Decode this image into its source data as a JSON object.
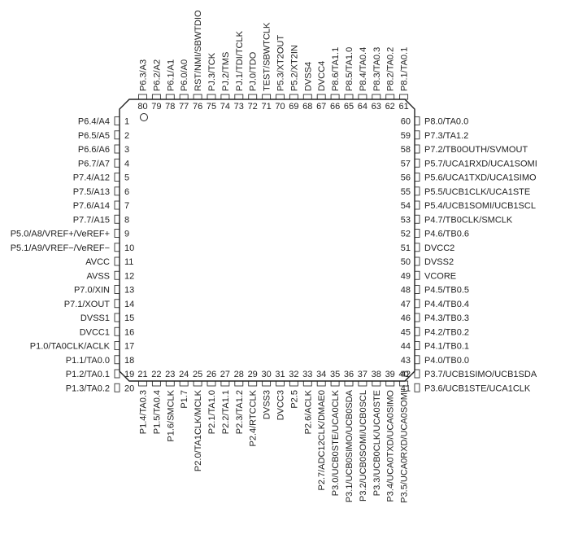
{
  "package": {
    "left_pins": [
      {
        "num": "1",
        "name": "P6.4/A4"
      },
      {
        "num": "2",
        "name": "P6.5/A5"
      },
      {
        "num": "3",
        "name": "P6.6/A6"
      },
      {
        "num": "4",
        "name": "P6.7/A7"
      },
      {
        "num": "5",
        "name": "P7.4/A12"
      },
      {
        "num": "6",
        "name": "P7.5/A13"
      },
      {
        "num": "7",
        "name": "P7.6/A14"
      },
      {
        "num": "8",
        "name": "P7.7/A15"
      },
      {
        "num": "9",
        "name": "P5.0/A8/VREF+/VeREF+"
      },
      {
        "num": "10",
        "name": "P5.1/A9/VREF−/VeREF−"
      },
      {
        "num": "11",
        "name": "AVCC"
      },
      {
        "num": "12",
        "name": "AVSS"
      },
      {
        "num": "13",
        "name": "P7.0/XIN"
      },
      {
        "num": "14",
        "name": "P7.1/XOUT"
      },
      {
        "num": "15",
        "name": "DVSS1"
      },
      {
        "num": "16",
        "name": "DVCC1"
      },
      {
        "num": "17",
        "name": "P1.0/TA0CLK/ACLK"
      },
      {
        "num": "18",
        "name": "P1.1/TA0.0"
      },
      {
        "num": "19",
        "name": "P1.2/TA0.1"
      },
      {
        "num": "20",
        "name": "P1.3/TA0.2"
      }
    ],
    "bottom_pins": [
      {
        "num": "21",
        "name": "P1.4/TA0.3"
      },
      {
        "num": "22",
        "name": "P1.5/TA0.4"
      },
      {
        "num": "23",
        "name": "P1.6/SMCLK"
      },
      {
        "num": "24",
        "name": "P1.7"
      },
      {
        "num": "25",
        "name": "P2.0/TA1CLK/MCLK"
      },
      {
        "num": "26",
        "name": "P2.1/TA1.0"
      },
      {
        "num": "27",
        "name": "P2.2/TA1.1"
      },
      {
        "num": "28",
        "name": "P2.3/TA1.2"
      },
      {
        "num": "29",
        "name": "P2.4/RTCCLK"
      },
      {
        "num": "30",
        "name": "DVSS3"
      },
      {
        "num": "31",
        "name": "DVCC3"
      },
      {
        "num": "32",
        "name": "P2.5"
      },
      {
        "num": "33",
        "name": "P2.6/ACLK"
      },
      {
        "num": "34",
        "name": "P2.7/ADC12CLK/DMAE0"
      },
      {
        "num": "35",
        "name": "P3.0/UCB0STE/UCA0CLK"
      },
      {
        "num": "36",
        "name": "P3.1/UCB0SIMO/UCB0SDA"
      },
      {
        "num": "37",
        "name": "P3.2/UCB0SOMI/UCB0SCL"
      },
      {
        "num": "38",
        "name": "P3.3/UCB0CLK/UCA0STE"
      },
      {
        "num": "39",
        "name": "P3.4/UCA0TXD/UCA0SIMO"
      },
      {
        "num": "40",
        "name": "P3.5/UCA0RXD/UCA0SOMI"
      }
    ],
    "right_pins": [
      {
        "num": "60",
        "name": "P8.0/TA0.0"
      },
      {
        "num": "59",
        "name": "P7.3/TA1.2"
      },
      {
        "num": "58",
        "name": "P7.2/TB0OUTH/SVMOUT"
      },
      {
        "num": "57",
        "name": "P5.7/UCA1RXD/UCA1SOMI"
      },
      {
        "num": "56",
        "name": "P5.6/UCA1TXD/UCA1SIMO"
      },
      {
        "num": "55",
        "name": "P5.5/UCB1CLK/UCA1STE"
      },
      {
        "num": "54",
        "name": "P5.4/UCB1SOMI/UCB1SCL"
      },
      {
        "num": "53",
        "name": "P4.7/TB0CLK/SMCLK"
      },
      {
        "num": "52",
        "name": "P4.6/TB0.6"
      },
      {
        "num": "51",
        "name": "DVCC2"
      },
      {
        "num": "50",
        "name": "DVSS2"
      },
      {
        "num": "49",
        "name": "VCORE"
      },
      {
        "num": "48",
        "name": "P4.5/TB0.5"
      },
      {
        "num": "47",
        "name": "P4.4/TB0.4"
      },
      {
        "num": "46",
        "name": "P4.3/TB0.3"
      },
      {
        "num": "45",
        "name": "P4.2/TB0.2"
      },
      {
        "num": "44",
        "name": "P4.1/TB0.1"
      },
      {
        "num": "43",
        "name": "P4.0/TB0.0"
      },
      {
        "num": "42",
        "name": "P3.7/UCB1SIMO/UCB1SDA"
      },
      {
        "num": "41",
        "name": "P3.6/UCB1STE/UCA1CLK"
      }
    ],
    "top_pins": [
      {
        "num": "80",
        "name": "P6.3/A3"
      },
      {
        "num": "79",
        "name": "P6.2/A2"
      },
      {
        "num": "78",
        "name": "P6.1/A1"
      },
      {
        "num": "77",
        "name": "P6.0/A0"
      },
      {
        "num": "76",
        "name": "RST/NMI/SBWTDIO"
      },
      {
        "num": "75",
        "name": "PJ.3/TCK"
      },
      {
        "num": "74",
        "name": "PJ.2/TMS"
      },
      {
        "num": "73",
        "name": "PJ.1/TDI/TCLK"
      },
      {
        "num": "72",
        "name": "PJ.0/TDO"
      },
      {
        "num": "71",
        "name": "TEST/SBWTCLK"
      },
      {
        "num": "70",
        "name": "P5.3/XT2OUT"
      },
      {
        "num": "69",
        "name": "P5.2/XT2IN"
      },
      {
        "num": "68",
        "name": "DVSS4"
      },
      {
        "num": "67",
        "name": "DVCC4"
      },
      {
        "num": "66",
        "name": "P8.6/TA1.1"
      },
      {
        "num": "65",
        "name": "P8.5/TA1.0"
      },
      {
        "num": "64",
        "name": "P8.4/TA0.4"
      },
      {
        "num": "63",
        "name": "P8.3/TA0.3"
      },
      {
        "num": "62",
        "name": "P8.2/TA0.2"
      },
      {
        "num": "61",
        "name": "P8.1/TA0.1"
      }
    ]
  }
}
